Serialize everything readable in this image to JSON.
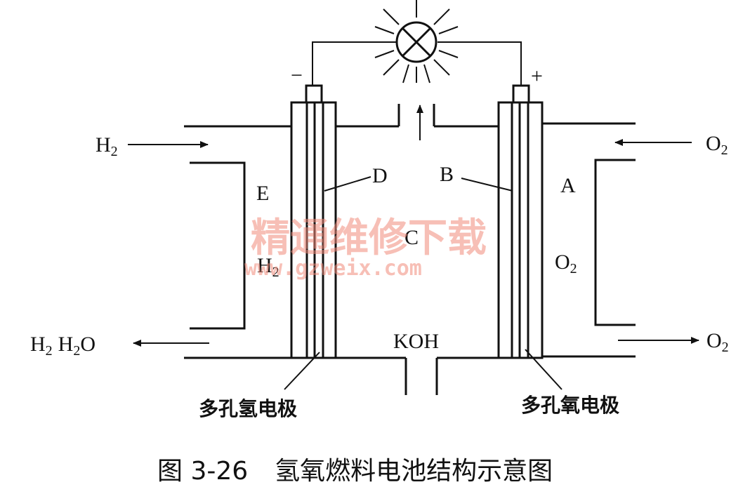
{
  "diagram": {
    "labels": {
      "h2_in": "H",
      "o2_in": "O",
      "h2_out_a": "H",
      "h2_out_b": "H",
      "h2_out_c": "O",
      "o2_out": "O",
      "sub2": "2",
      "e": "E",
      "d": "D",
      "b": "B",
      "a": "A",
      "c": "C",
      "h2_inside": "H",
      "o2_inside": "O",
      "koh": "KOH",
      "minus": "−",
      "plus": "+",
      "left_electrode": "多孔氢电极",
      "right_electrode": "多孔氧电极"
    },
    "caption": {
      "number": "图 3-26",
      "title": "氢氧燃料电池结构示意图"
    },
    "watermark": {
      "text_cn": "精通维修下载",
      "text_url": "www.gzweix.com",
      "color": "#f08a7a"
    }
  }
}
